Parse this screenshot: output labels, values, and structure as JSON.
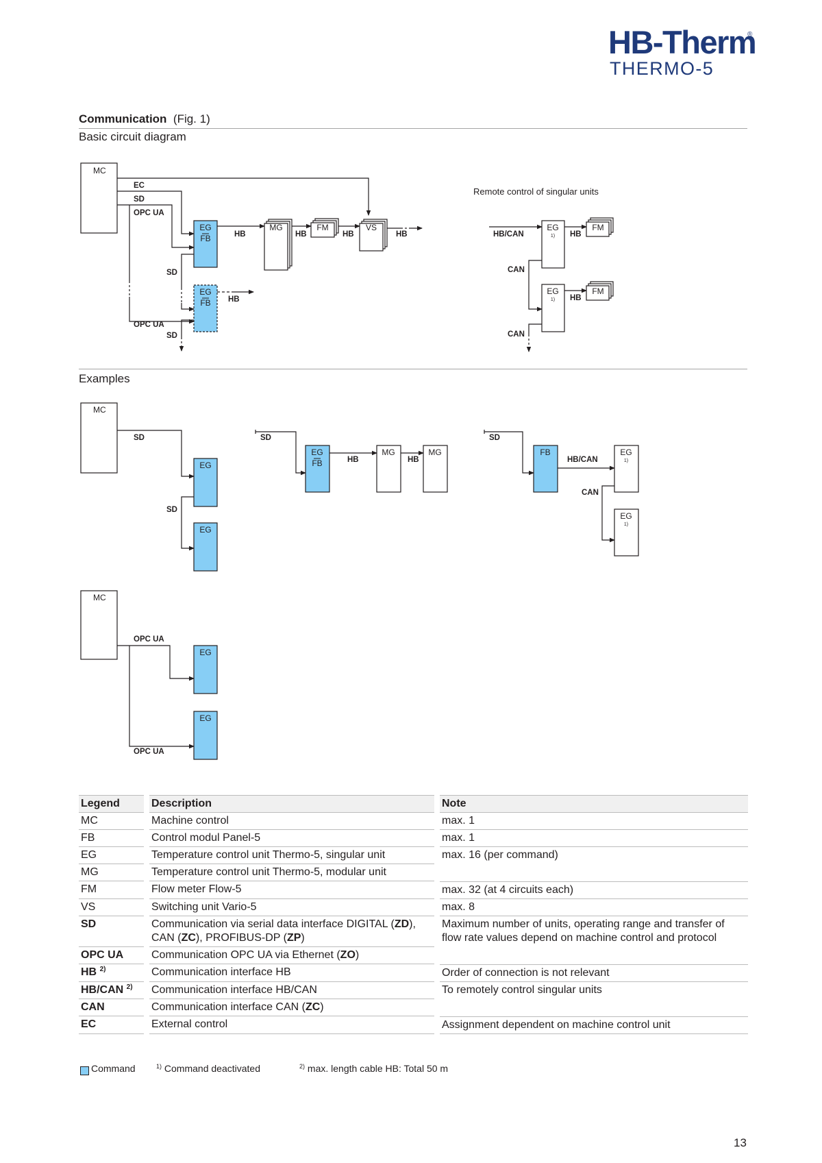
{
  "brand": {
    "name": "HB-Therm",
    "registered": "®",
    "product": "THERMO-5"
  },
  "section": {
    "title_bold": "Communication",
    "title_ref": "(Fig. 1)",
    "subtitle": "Basic circuit diagram",
    "examples_title": "Examples",
    "remote_caption": "Remote control of singular units"
  },
  "labels": {
    "mc": "MC",
    "ec": "EC",
    "sd": "SD",
    "opcua": "OPC UA",
    "eg": "EG",
    "fb": "FB",
    "mg": "MG",
    "fm": "FM",
    "vs": "VS",
    "hb": "HB",
    "hbcan": "HB/CAN",
    "can": "CAN",
    "fn1": "1)"
  },
  "colors": {
    "command": "#87cef5",
    "line": "#231f20",
    "rule": "#a6a6a6",
    "brand": "#1f3a7a"
  },
  "legend_table": {
    "headers": {
      "legend": "Legend",
      "description": "Description",
      "note": "Note"
    },
    "rows": [
      {
        "legend": "MC",
        "description": "Machine control",
        "note": "max. 1"
      },
      {
        "legend": "FB",
        "description": "Control modul Panel-5",
        "note": "max. 1"
      },
      {
        "legend": "EG",
        "description": "Temperature control unit Thermo-5, singular unit",
        "note": "max. 16 (per command)"
      },
      {
        "legend": "MG",
        "description": "Temperature control unit Thermo-5, modular unit",
        "note": ""
      },
      {
        "legend": "FM",
        "description": "Flow meter Flow-5",
        "note": "max. 32 (at 4 circuits each)"
      },
      {
        "legend": "VS",
        "description": "Switching unit Vario-5",
        "note": "max. 8"
      },
      {
        "legend": "SD",
        "description_parts": [
          "Communication via serial data interface DIGITAL (",
          "ZD",
          "), CAN (",
          "ZC",
          "), PROFIBUS-DP (",
          "ZP",
          ")"
        ],
        "note": "Maximum number of units, operating range and transfer of flow rate values depend on machine control and protocol"
      },
      {
        "legend": "OPC UA",
        "description_parts": [
          "Communication OPC UA via Ethernet (",
          "ZO",
          ")"
        ],
        "note": ""
      },
      {
        "legend": "HB",
        "legend_sup": "2)",
        "description": "Communication interface HB",
        "note": "Order of connection is not relevant"
      },
      {
        "legend": "HB/CAN",
        "legend_sup": "2)",
        "description": "Communication interface HB/CAN",
        "note": "To remotely control singular units"
      },
      {
        "legend": "CAN",
        "description_parts": [
          "Communication interface CAN (",
          "ZC",
          ")"
        ],
        "note": ""
      },
      {
        "legend": "EC",
        "description": "External control",
        "note": "Assignment dependent on machine control unit"
      }
    ]
  },
  "footnotes": {
    "command": "Command",
    "fn1_mark": "1)",
    "fn1_text": "Command deactivated",
    "fn2_mark": "2)",
    "fn2_text": "max. length cable HB: Total 50 m"
  },
  "page_number": "13"
}
